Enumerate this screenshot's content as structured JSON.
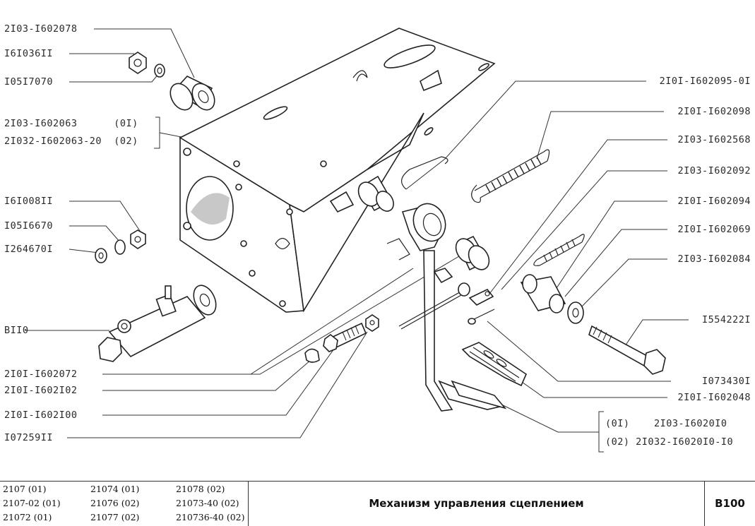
{
  "left_labels": [
    {
      "id": "l1",
      "text": "2I03-I602078"
    },
    {
      "id": "l2",
      "text": "I6I036II"
    },
    {
      "id": "l3",
      "text": "I05I7070"
    },
    {
      "id": "l4",
      "text": "2I03-I602063      (0I)"
    },
    {
      "id": "l5",
      "text": "2I032-I602063-20  (02)"
    },
    {
      "id": "l6",
      "text": "I6I008II"
    },
    {
      "id": "l7",
      "text": "I05I6670"
    },
    {
      "id": "l8",
      "text": "I264670I"
    },
    {
      "id": "l9",
      "text": "BII0"
    },
    {
      "id": "l10",
      "text": "2I0I-I602072"
    },
    {
      "id": "l11",
      "text": "2I0I-I602I02"
    },
    {
      "id": "l12",
      "text": "2I0I-I602I00"
    },
    {
      "id": "l13",
      "text": "I07259II"
    }
  ],
  "right_labels": [
    {
      "id": "r1",
      "text": "2I0I-I602095-0I"
    },
    {
      "id": "r2",
      "text": "2I0I-I602098"
    },
    {
      "id": "r3",
      "text": "2I03-I602568"
    },
    {
      "id": "r4",
      "text": "2I03-I602092"
    },
    {
      "id": "r5",
      "text": "2I0I-I602094"
    },
    {
      "id": "r6",
      "text": "2I0I-I602069"
    },
    {
      "id": "r7",
      "text": "2I03-I602084"
    },
    {
      "id": "r8",
      "text": "I554222I"
    },
    {
      "id": "r9",
      "text": "I073430I"
    },
    {
      "id": "r10",
      "text": "2I0I-I602048"
    },
    {
      "id": "r11",
      "text": "(0I)    2I03-I6020I0"
    },
    {
      "id": "r12",
      "text": "(02) 2I032-I6020I0-I0"
    }
  ],
  "footer": {
    "models_col1": [
      "2107 (01)",
      "2107-02 (01)",
      "21072 (01)"
    ],
    "models_col2": [
      "21074 (01)",
      "21076 (02)",
      "21077 (02)"
    ],
    "models_col3": [
      "21078 (02)",
      "21073-40 (02)",
      "210736-40 (02)"
    ],
    "title": "Механизм управления сцеплением",
    "code": "B100"
  }
}
